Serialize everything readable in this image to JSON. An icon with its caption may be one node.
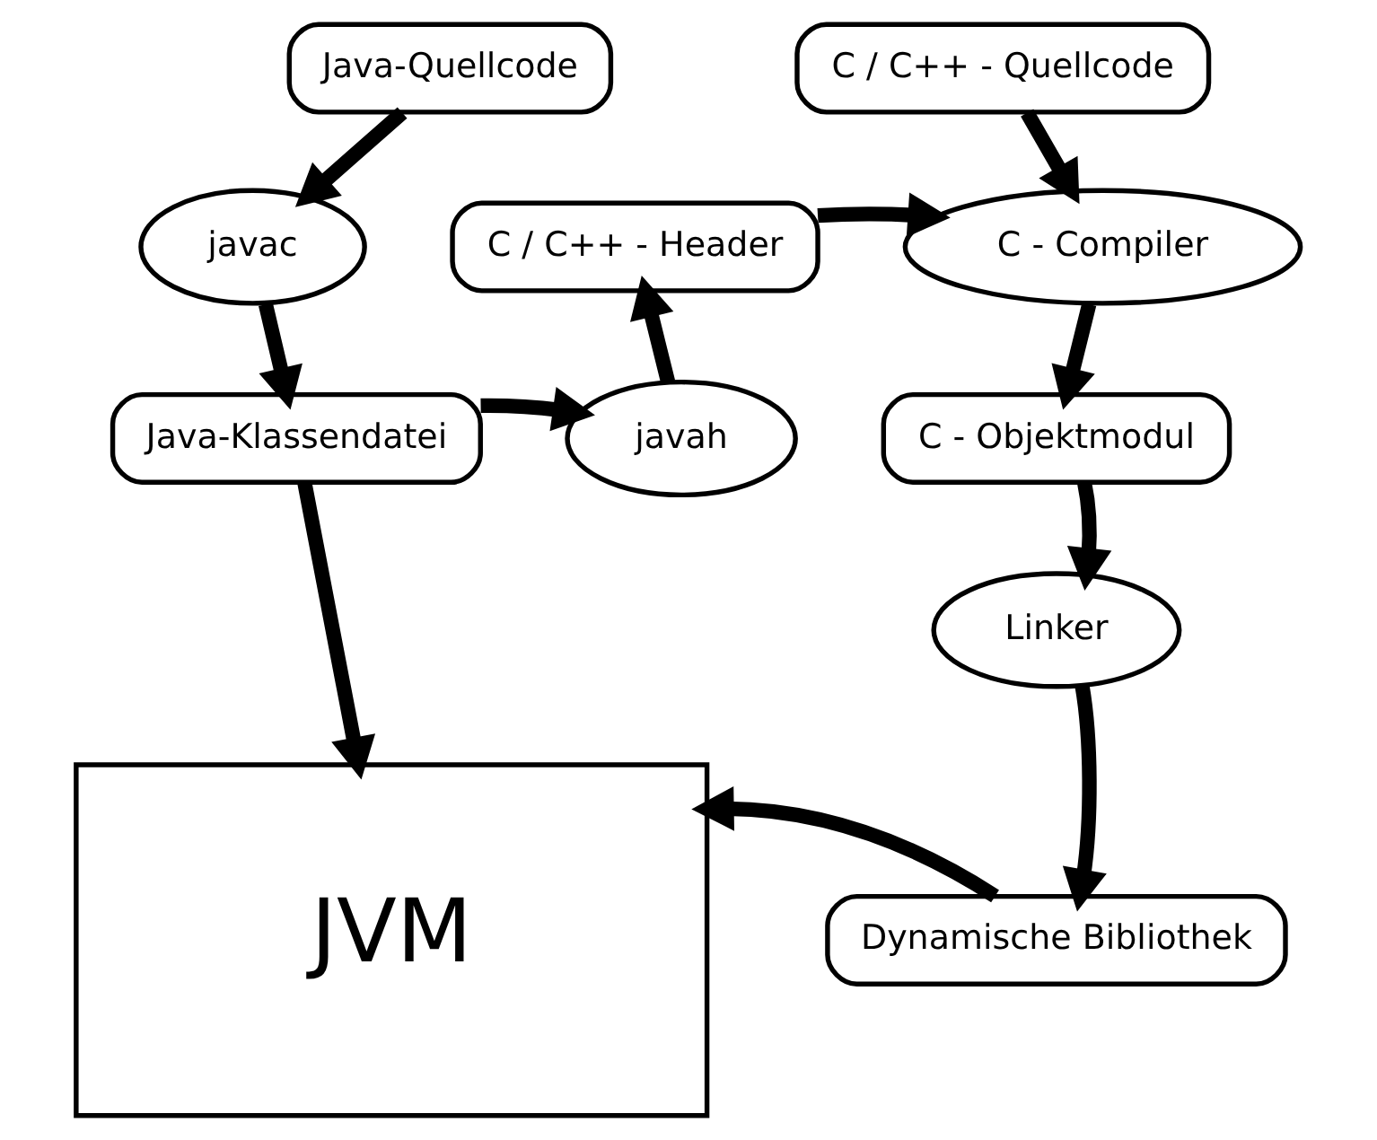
{
  "diagram": {
    "nodes": [
      {
        "text": [
          "Java-Quellcode"
        ]
      },
      {
        "text": [
          "javac"
        ]
      },
      {
        "text": [
          "Java-Klassendatei"
        ]
      },
      {
        "text": [
          "javah"
        ]
      },
      {
        "text": [
          "C / C++ - Header"
        ]
      },
      {
        "text": [
          "C / C++ - Quellcode"
        ]
      },
      {
        "text": [
          "C - Compiler"
        ]
      },
      {
        "text": [
          "C - Objektmodul"
        ]
      },
      {
        "text": [
          "Linker"
        ]
      },
      {
        "text": [
          "Dynamische Bibliothek"
        ]
      },
      {
        "text": [
          "JVM"
        ]
      }
    ],
    "edges": [
      {
        "from": 0,
        "to": 1,
        "arrow": "to"
      },
      {
        "from": 1,
        "to": 2,
        "arrow": "to"
      },
      {
        "from": 2,
        "to": 3,
        "arrow": "to"
      },
      {
        "from": 3,
        "to": 4,
        "arrow": "to"
      },
      {
        "from": 4,
        "to": 6,
        "arrow": "to"
      },
      {
        "from": 5,
        "to": 6,
        "arrow": "to"
      },
      {
        "from": 6,
        "to": 7,
        "arrow": "to"
      },
      {
        "from": 7,
        "to": 8,
        "arrow": "to"
      },
      {
        "from": 8,
        "to": 9,
        "arrow": "to"
      },
      {
        "from": 2,
        "to": 10,
        "arrow": "to"
      },
      {
        "from": 9,
        "to": 10,
        "arrow": "to"
      }
    ]
  }
}
